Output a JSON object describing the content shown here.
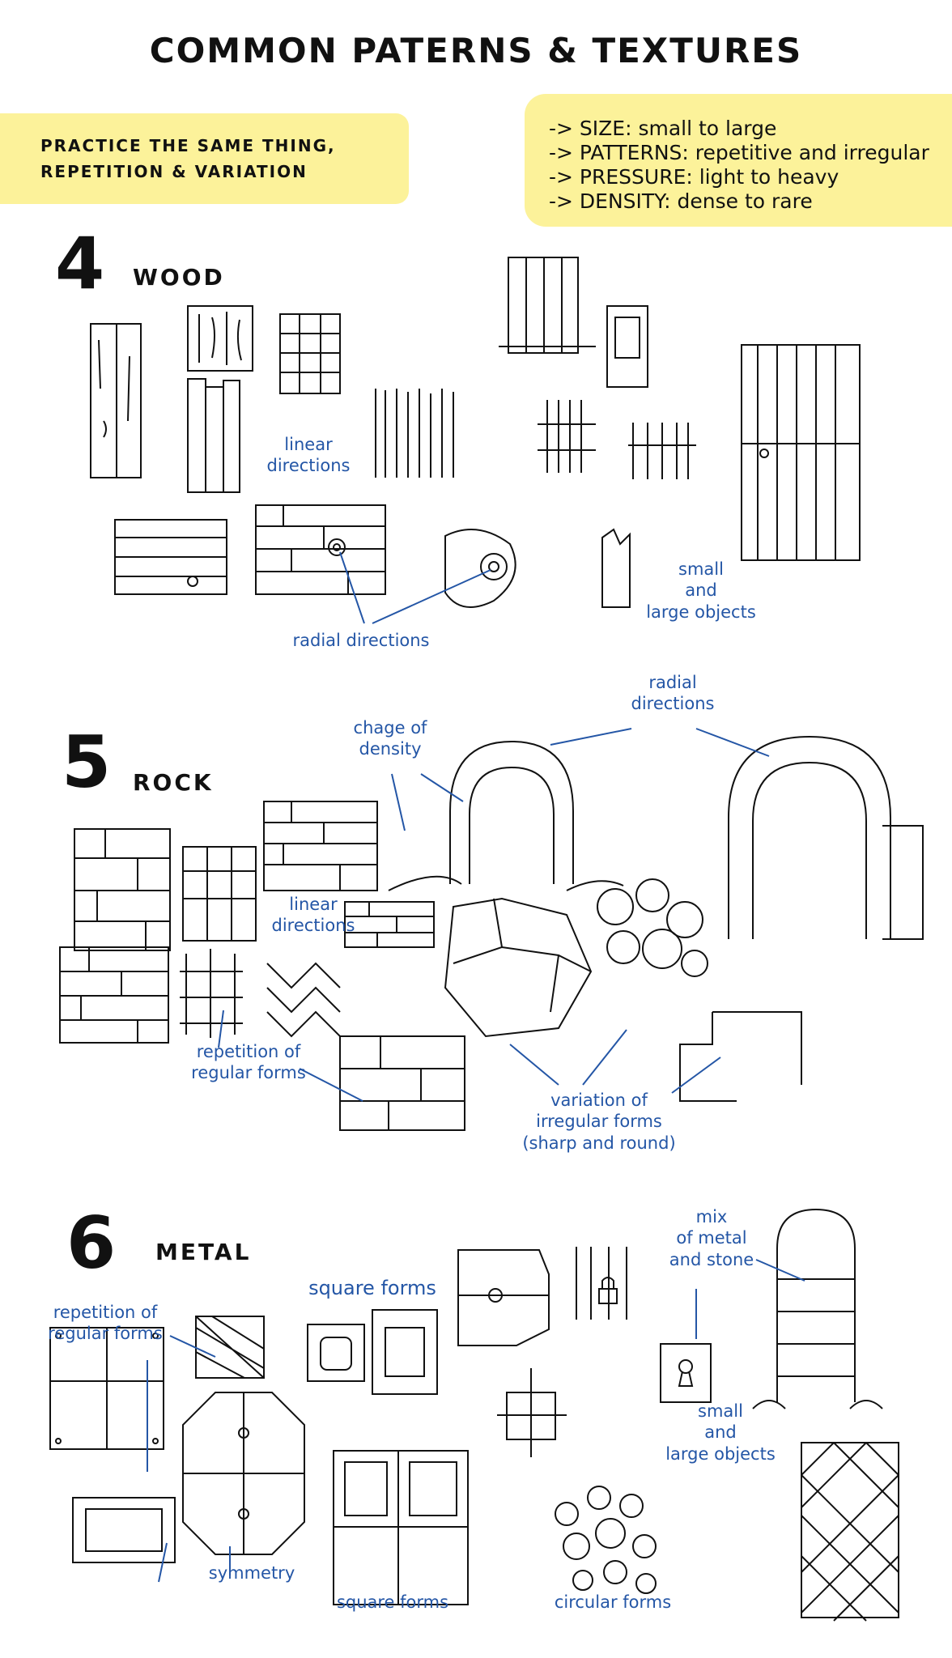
{
  "title": "COMMON PATERNS & TEXTURES",
  "notes": {
    "left": [
      "PRACTICE THE SAME THING,",
      "REPETITION & VARIATION"
    ],
    "right": [
      "-> SIZE: small to large",
      "-> PATTERNS: repetitive and irregular",
      "-> PRESSURE: light to heavy",
      "-> DENSITY: dense to rare"
    ]
  },
  "sections": {
    "wood": {
      "number": "4",
      "name": "WOOD",
      "annotations": {
        "linear": "linear\ndirections",
        "radial": "radial directions",
        "objects": "small\nand\nlarge objects"
      }
    },
    "rock": {
      "number": "5",
      "name": "ROCK",
      "annotations": {
        "density": "chage of\ndensity",
        "radial": "radial\ndirections",
        "linear": "linear\ndirections",
        "repetition": "repetition of\nregular forms",
        "variation": "variation of\nirregular forms\n(sharp and round)"
      }
    },
    "metal": {
      "number": "6",
      "name": "METAL",
      "annotations": {
        "repetition": "repetition of\nregular forms",
        "square_top": "square forms",
        "mix": "mix\nof metal\nand stone",
        "objects": "small\nand\nlarge objects",
        "symmetry": "symmetry",
        "square_bottom": "square forms",
        "circular": "circular forms"
      }
    }
  },
  "colors": {
    "note_bg": "#fcf29a",
    "annotation": "#2456a6",
    "ink": "#111111"
  }
}
